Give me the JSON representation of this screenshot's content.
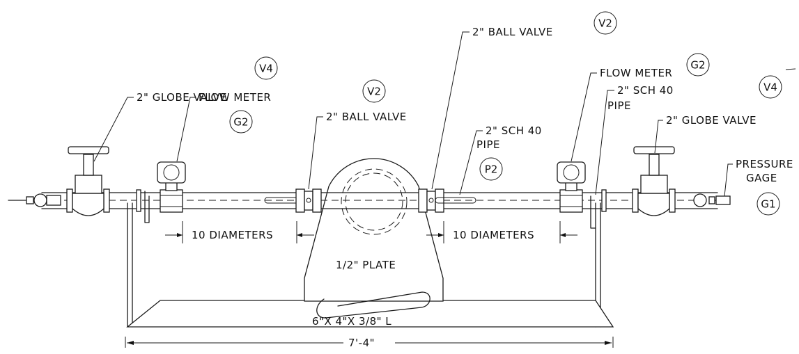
{
  "labels": {
    "globe_valve_left": "2\" GLOBE VALVE",
    "globe_valve_left_tag": "V4",
    "flow_meter_left": "FLOW METER",
    "flow_meter_left_tag": "G2",
    "ball_valve_left": "2\" BALL VALVE",
    "ball_valve_left_tag": "V2",
    "ball_valve_right": "2\" BALL VALVE",
    "ball_valve_right_tag": "V2",
    "sch40_pipe_center_line1": "2\" SCH 40",
    "sch40_pipe_center_line2": "PIPE",
    "sch40_pipe_center_tag": "P2",
    "flow_meter_right": "FLOW METER",
    "flow_meter_right_tag": "G2",
    "sch40_pipe_right_line1": "2\" SCH 40",
    "sch40_pipe_right_line2": "PIPE",
    "globe_valve_right_tag": "V4",
    "globe_valve_right": "2\" GLOBE VALVE",
    "pressure_gage_line1": "PRESSURE",
    "pressure_gage_line2": "GAGE",
    "pressure_gage_tag": "G1",
    "diameters_left": "10 DIAMETERS",
    "diameters_right": "10 DIAMETERS",
    "plate": "1/2\" PLATE",
    "angle": "6\"X 4\"X 3/8\" L",
    "overall_length": "7'-4\""
  }
}
